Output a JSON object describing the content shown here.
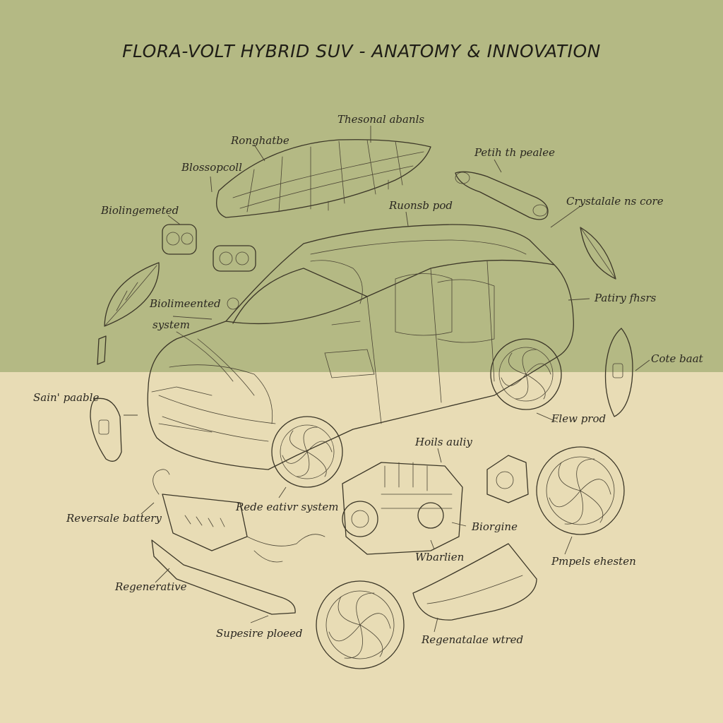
{
  "title": "FLORA-VOLT HYBRID SUV - ANATOMY & INNOVATION",
  "colors": {
    "background_top": "#b4b984",
    "background_bottom": "#e8dcb5",
    "ink": "#3b3627"
  },
  "labels": {
    "thesonal": "Thesonal abanls",
    "ronghatbe": "Ronghatbe",
    "blossopcell": "Blossopcoll",
    "petih": "Petih th pealee",
    "biolingemented": "Biolingemeted",
    "ruonsb_pod": "Ruonsb pod",
    "crystalate": "Crystalale ns core",
    "biolimented_system_1": "Biolimeented",
    "biolimented_system_2": "system",
    "patiry": "Patiry fhsrs",
    "cote_baat": "Cote baat",
    "sain_paable": "Sain' paable",
    "flew_prod": "Flew prod",
    "hoils_auliy": "Hoils auliy",
    "reversible_battery": "Reversale battery",
    "redeativr": "Rede eativr system",
    "biorgine": "Biorgine",
    "wbarlien": "Wbarlien",
    "pmpels": "Pmpels ehesten",
    "regenerative": "Regenerative",
    "supesire": "Supesire ploeed",
    "regenatalae": "Regenatalae wtred"
  }
}
